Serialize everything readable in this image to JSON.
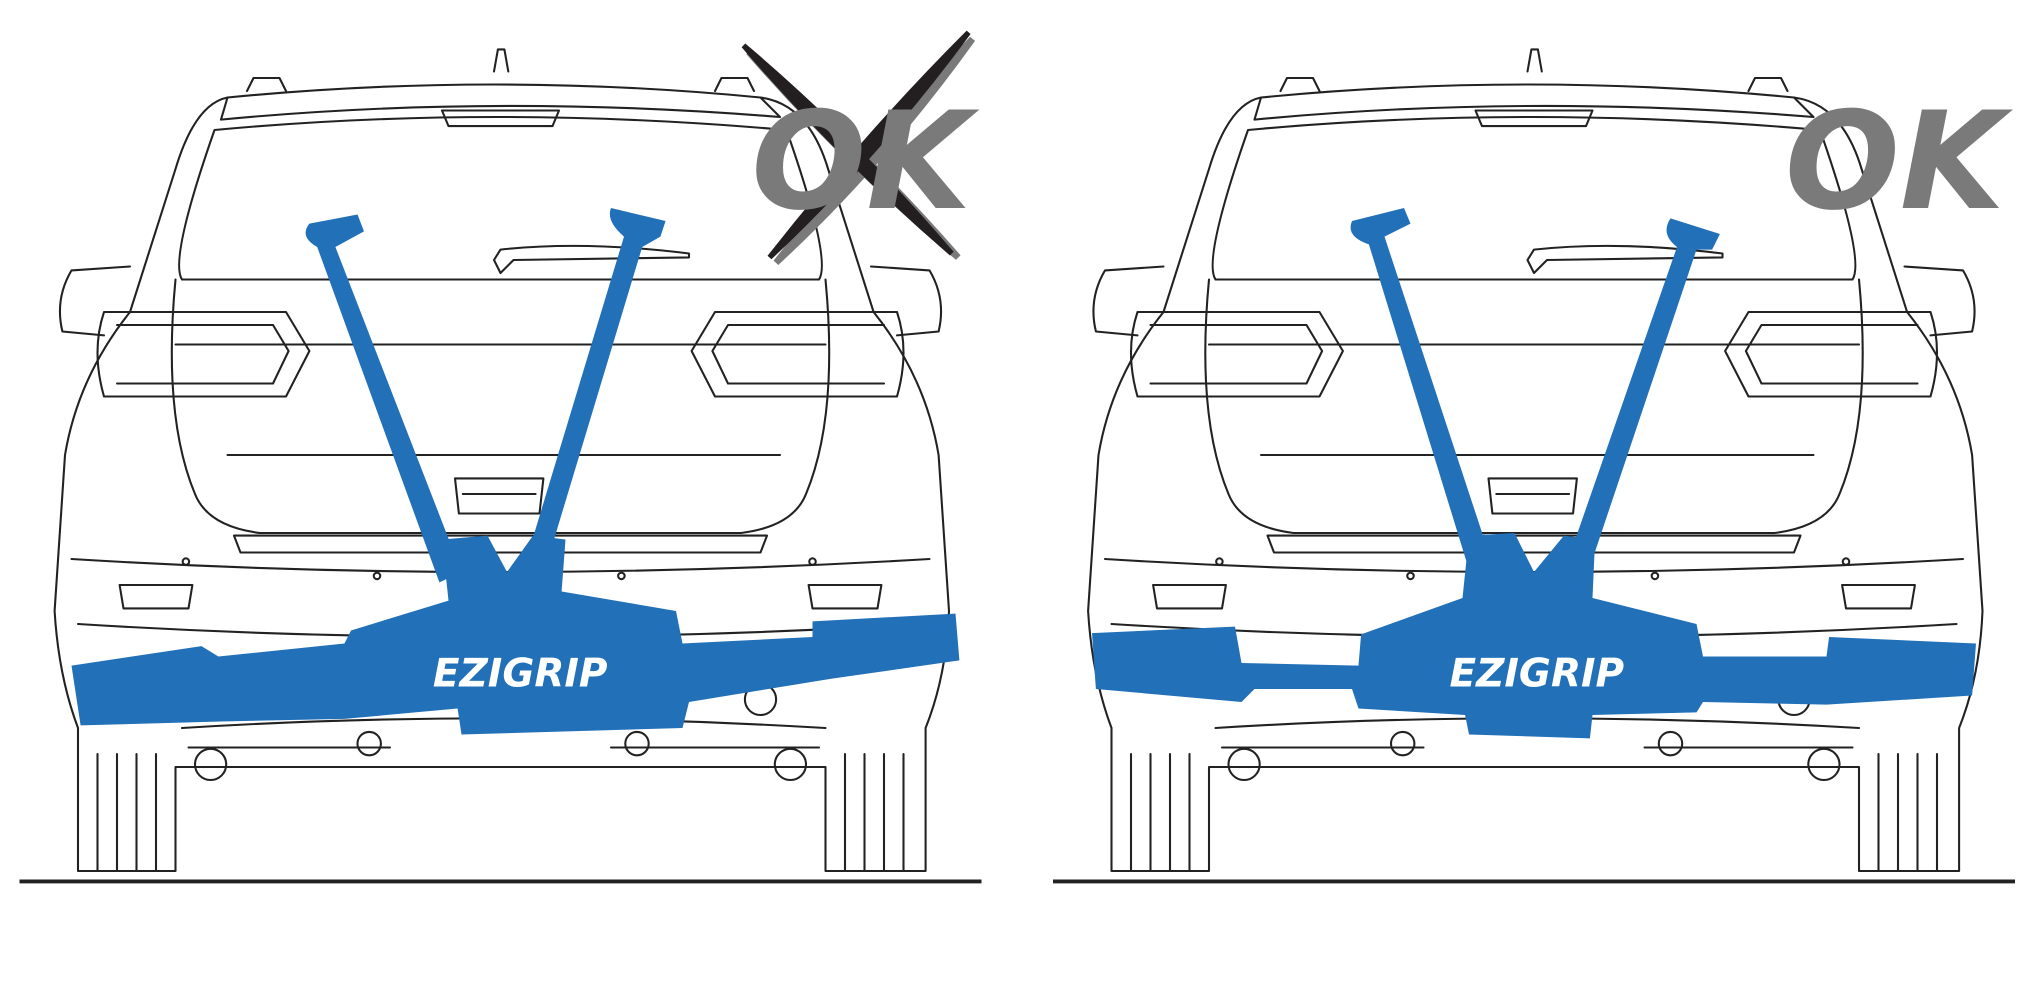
{
  "panels": [
    {
      "status": "incorrect",
      "verdict_label": "OK",
      "crossed_out": true,
      "brand": "EZIGRIP",
      "rack_level": false
    },
    {
      "status": "correct",
      "verdict_label": "OK",
      "crossed_out": false,
      "brand": "EZIGRIP",
      "rack_level": true
    }
  ],
  "colors": {
    "rack": "#2170b8",
    "verdict": "#7a7a7a",
    "cross": "#231f20",
    "line": "#222222"
  }
}
